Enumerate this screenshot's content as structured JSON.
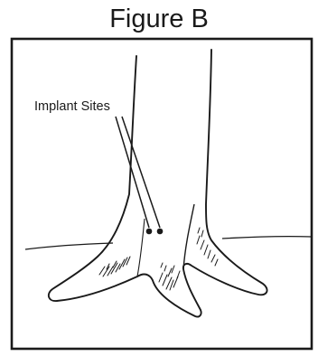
{
  "figure": {
    "title": "Figure B",
    "callout_label": "Implant Sites",
    "implant_site_count": 2
  },
  "colors": {
    "ink": "#1a1a1a",
    "background": "#ffffff"
  }
}
